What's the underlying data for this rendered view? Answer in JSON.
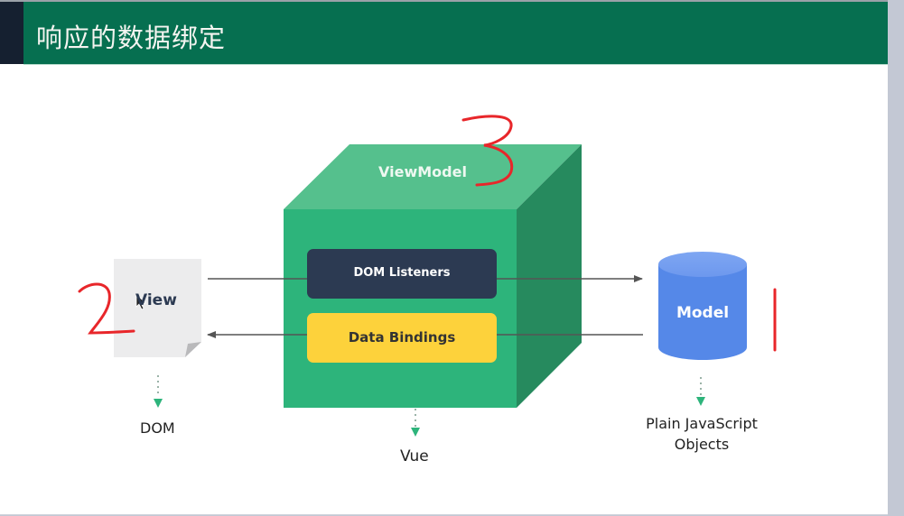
{
  "slide": {
    "title": "响应的数据绑定"
  },
  "diagram": {
    "view": {
      "label": "View",
      "caption": "DOM"
    },
    "viewmodel": {
      "label": "ViewModel",
      "caption": "Vue",
      "dom_listeners": "DOM Listeners",
      "data_bindings": "Data Bindings"
    },
    "model": {
      "label": "Model",
      "caption_line1": "Plain JavaScript",
      "caption_line2": "Objects"
    },
    "annotations": [
      "1",
      "2",
      "3"
    ],
    "colors": {
      "header": "#066f50",
      "cube_front": "#2db47b",
      "cube_top": "#55c08d",
      "cube_side": "#268a5e",
      "dom_listeners": "#2c3a52",
      "data_bindings": "#fdd23b",
      "model": "#5588e8",
      "annotation": "#e8262a",
      "dotted_arrow": "#2db47b"
    }
  }
}
